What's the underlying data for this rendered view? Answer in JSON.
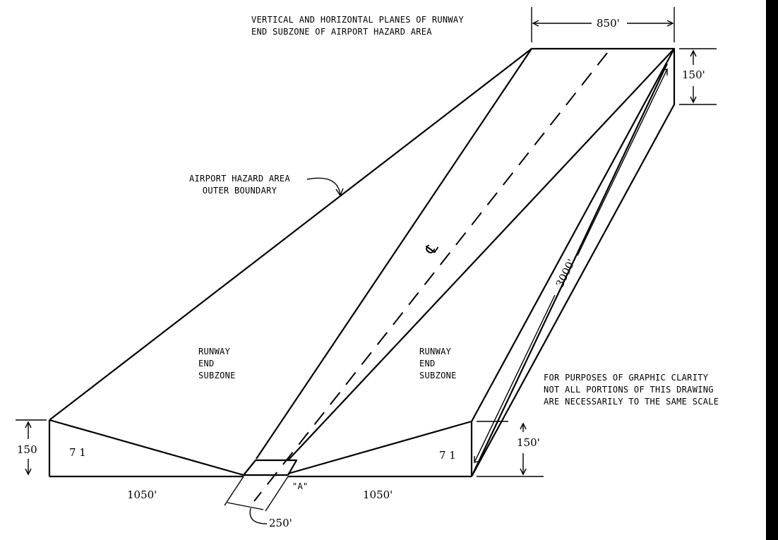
{
  "labels": {
    "title": "VERTICAL AND HORIZONTAL PLANES OF RUNWAY\nEND SUBZONE OF AIRPORT HAZARD AREA",
    "outer_boundary": "AIRPORT HAZARD AREA\nOUTER BOUNDARY",
    "left_subzone": "RUNWAY\nEND\nSUBZONE",
    "right_subzone": "RUNWAY\nEND\nSUBZONE",
    "note": "FOR PURPOSES OF GRAPHIC CLARITY\nNOT ALL PORTIONS OF THIS DRAWING\nARE NECESSARILY TO THE SAME SCALE",
    "centerline_symbol": "℄",
    "point_a": "\"A\"",
    "left_slope": "7 1",
    "right_slope": "7 1"
  },
  "dimensions": {
    "top_width": "850'",
    "top_height": "150'",
    "length": "3000'",
    "left_height": "150",
    "right_height": "150'",
    "left_width": "1050'",
    "right_width": "1050'",
    "runway_width": "250'"
  }
}
